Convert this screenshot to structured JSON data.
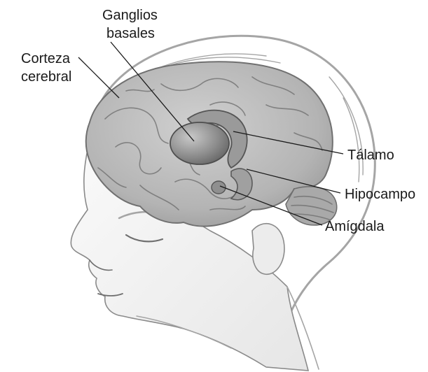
{
  "labels": {
    "basal_ganglia": [
      "Ganglios",
      "basales"
    ],
    "cortex": [
      "Corteza",
      "cerebral"
    ],
    "thalamus": "Tálamo",
    "hippocampus": "Hipocampo",
    "amygdala": "Amígdala"
  },
  "colors": {
    "text": "#1a1a1a",
    "brain_fill": "#bdbdbd",
    "deep_structure": "#8d8d8d",
    "skin": "#f4f4f4",
    "line": "#6f6f6f"
  }
}
